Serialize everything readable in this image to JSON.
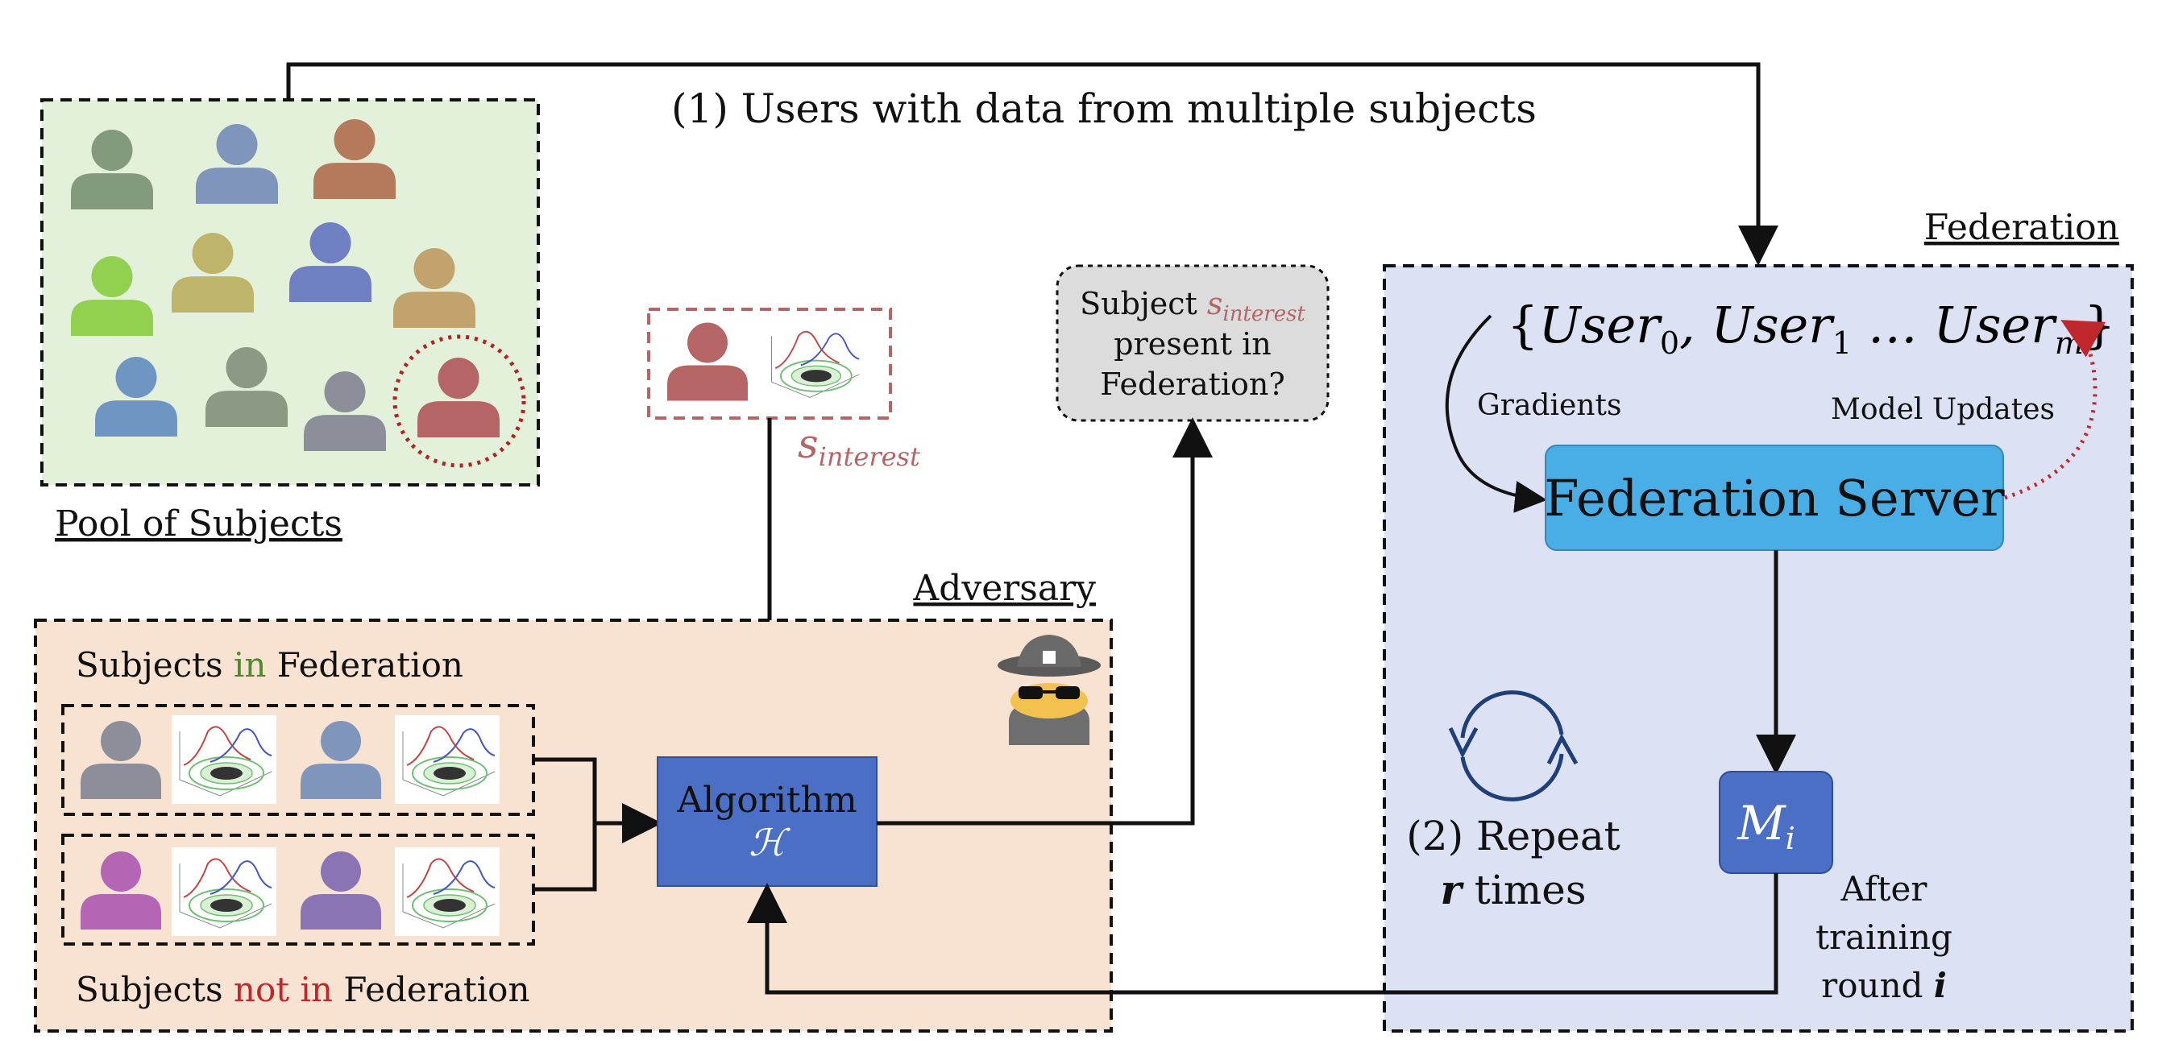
{
  "top_label": "(1) Users with data from multiple subjects",
  "pool": {
    "caption": "Pool of Subjects"
  },
  "interest": {
    "label": "s",
    "label_sub": "interest"
  },
  "question": {
    "line1": "Subject",
    "line1_sym": "s",
    "line1_sub": "interest",
    "line2": "present in",
    "line3": "Federation?"
  },
  "adversary": {
    "title": "Adversary",
    "in_label": {
      "a": "Subjects ",
      "b": "in",
      "c": " Federation"
    },
    "notin_label": {
      "a": "Subjects ",
      "b": "not in",
      "c": " Federation"
    },
    "algorithm_line1": "Algorithm",
    "algorithm_symbol": "ℋ"
  },
  "federation": {
    "title": "Federation",
    "users_set": {
      "open": "{",
      "u0": "User",
      "s0": "0",
      "u1": ", User",
      "s1": "1",
      "dots": " … User",
      "sm": "m",
      "close": "}"
    },
    "gradients": "Gradients",
    "model_updates": "Model Updates",
    "server": "Federation Server",
    "model_symbol": "M",
    "model_sub": "i",
    "repeat_line1": "(2) Repeat",
    "repeat_r": "r",
    "repeat_rest": " times",
    "after_line1": "After",
    "after_line2": "training",
    "after_line3": "round",
    "after_i": "i"
  },
  "colors": {
    "pool_bg": "#e3f0da",
    "adversary_bg": "#f8e3d3",
    "federation_bg": "#dce1f3",
    "server": "#4aaee6",
    "algorithm": "#4a6fc4",
    "model": "#4a6fc4",
    "question_bg": "#dcdcdc",
    "in_green": "#4f8a2b",
    "notin_red": "#c0272d",
    "updates_red": "#c0272d",
    "interest_color": "#b56565",
    "repeat_icon": "#1f3f7a"
  }
}
